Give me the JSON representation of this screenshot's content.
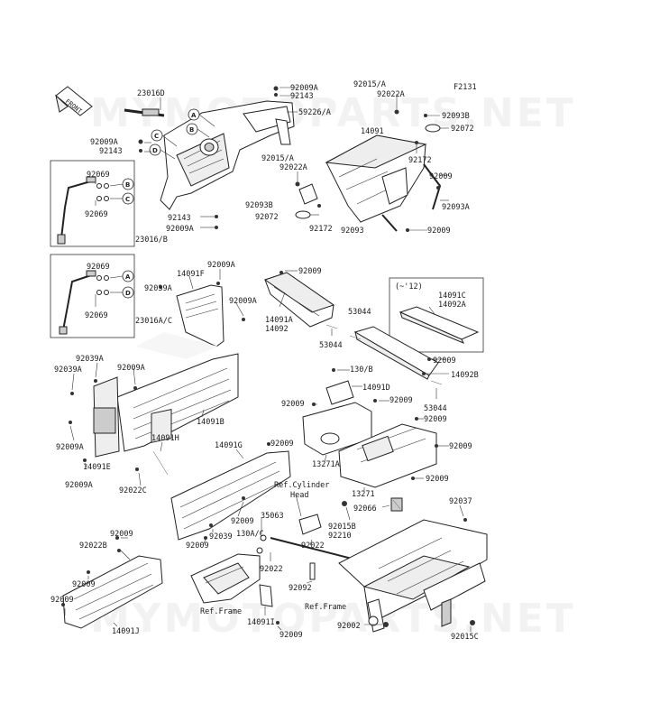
{
  "diagram_code": "F2131",
  "watermark": "MYMOTOPARTS.NET",
  "front_arrow_label": "FRONT",
  "labels": {
    "l23016D": "23016D",
    "l92009A_1": "92009A",
    "l92143_1": "92143",
    "l59226A": "59226/A",
    "l92015A_1": "92015/A",
    "l92022A_1": "92022A",
    "l92093B_1": "92093B",
    "l92072_1": "92072",
    "l14091": "14091",
    "l92172_1": "92172",
    "l92009_r1": "92009",
    "l92093A": "92093A",
    "l92009A_2": "92009A",
    "l92143_2": "92143",
    "l92015A_2": "92015/A",
    "l92022A_2": "92022A",
    "l92093B_2": "92093B",
    "l92072_2": "92072",
    "l92172_2": "92172",
    "l92093": "92093",
    "l92009_r2": "92009",
    "l92143_3": "92143",
    "l92009A_3": "92009A",
    "l92069_1": "92069",
    "l92069_2": "92069",
    "l23016B": "23016/B",
    "l92069_3": "92069",
    "l92069_4": "92069",
    "l23016AC": "23016A/C",
    "l92039A_1": "92039A",
    "l14091F": "14091F",
    "l92009A_4": "92009A",
    "l92009A_5": "92009A",
    "l92009_c1": "92009",
    "l14091A": "14091A",
    "l14092": "14092",
    "l53044_1": "53044",
    "l53044_2": "53044",
    "l_upto12": "(~'12)",
    "l14091C": "14091C",
    "l14092A": "14092A",
    "l92009_r3": "92009",
    "l14092B": "14092B",
    "l53044_3": "53044",
    "l92039A_2": "92039A",
    "l92039A_3": "92039A",
    "l92009A_6": "92009A",
    "l130B": "130/B",
    "l14091D": "14091D",
    "l92009_c2": "92009",
    "l92009_c3": "92009",
    "l92009_r4": "92009",
    "l14091B": "14091B",
    "l92009A_7": "92009A",
    "l14091H": "14091H",
    "l14091G": "14091G",
    "l92009_c4": "92009",
    "l92009_r5": "92009",
    "l13271A": "13271A",
    "l14091E": "14091E",
    "l92009A_8": "92009A",
    "l92022C": "92022C",
    "l92009_r6": "92009",
    "l13271": "13271",
    "l92037": "92037",
    "l92066": "92066",
    "l35063": "35063",
    "l92015B": "92015B",
    "l92210": "92210",
    "l92009_c5": "92009",
    "l92039": "92039",
    "l130AC": "130A/C",
    "l92022_1": "92022",
    "l92009_c6": "92009",
    "l92009_l1": "92009",
    "l92022B": "92022B",
    "l92009_l2": "92009",
    "l92009_l3": "92009",
    "l92022_2": "92022",
    "l92092": "92092",
    "l14091J": "14091J",
    "l14091I": "14091I",
    "l92009_c7": "92009",
    "l92002": "92002",
    "l92015C": "92015C"
  },
  "ref_labels": {
    "cyl1": "Ref.Cylinder",
    "cyl2": "Head",
    "frame1": "Ref.Frame",
    "frame2": "Ref.Frame"
  },
  "callout_letters": {
    "A": "A",
    "B": "B",
    "C": "C",
    "D": "D"
  }
}
